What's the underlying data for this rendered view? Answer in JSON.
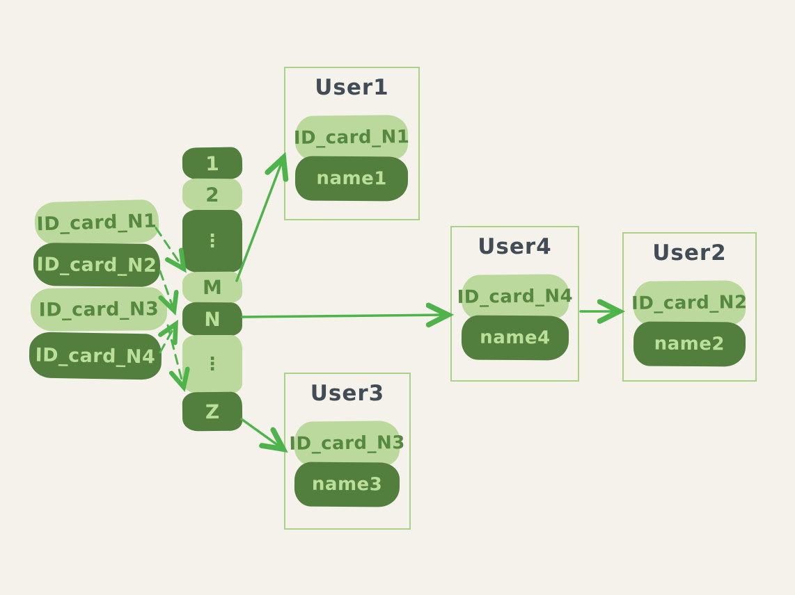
{
  "colors": {
    "background": "#f4f2ea",
    "pill_light": "#bcd99d",
    "pill_dark": "#527f3d",
    "text_on_light": "#55893f",
    "text_on_dark": "#bbdf99",
    "box_border": "#a9d286",
    "arrow": "#4fb34c",
    "title_text": "#414c55"
  },
  "id_cards": [
    {
      "label": "ID_card_N1",
      "variant": "light"
    },
    {
      "label": "ID_card_N2",
      "variant": "dark"
    },
    {
      "label": "ID_card_N3",
      "variant": "light"
    },
    {
      "label": "ID_card_N4",
      "variant": "dark"
    }
  ],
  "hash_buckets": [
    {
      "label": "1",
      "variant": "dark"
    },
    {
      "label": "2",
      "variant": "light"
    },
    {
      "label": "⋮",
      "variant": "dark"
    },
    {
      "label": "M",
      "variant": "light"
    },
    {
      "label": "N",
      "variant": "dark"
    },
    {
      "label": "⋮",
      "variant": "light"
    },
    {
      "label": "Z",
      "variant": "dark"
    }
  ],
  "users": [
    {
      "title": "User1",
      "id_card": "ID_card_N1",
      "name": "name1"
    },
    {
      "title": "User4",
      "id_card": "ID_card_N4",
      "name": "name4"
    },
    {
      "title": "User2",
      "id_card": "ID_card_N2",
      "name": "name2"
    },
    {
      "title": "User3",
      "id_card": "ID_card_N3",
      "name": "name3"
    }
  ],
  "edges": {
    "dashed": [
      {
        "from": "ID_card_N1",
        "to": "bucket-M"
      },
      {
        "from": "ID_card_N2",
        "to": "bucket-N"
      },
      {
        "from": "ID_card_N3",
        "to": "bucket-Z"
      },
      {
        "from": "ID_card_N4",
        "to": "bucket-N"
      }
    ],
    "solid": [
      {
        "from": "bucket-M",
        "to": "User1"
      },
      {
        "from": "bucket-N",
        "to": "User4"
      },
      {
        "from": "bucket-Z",
        "to": "User3"
      },
      {
        "from": "User4",
        "to": "User2"
      }
    ]
  }
}
